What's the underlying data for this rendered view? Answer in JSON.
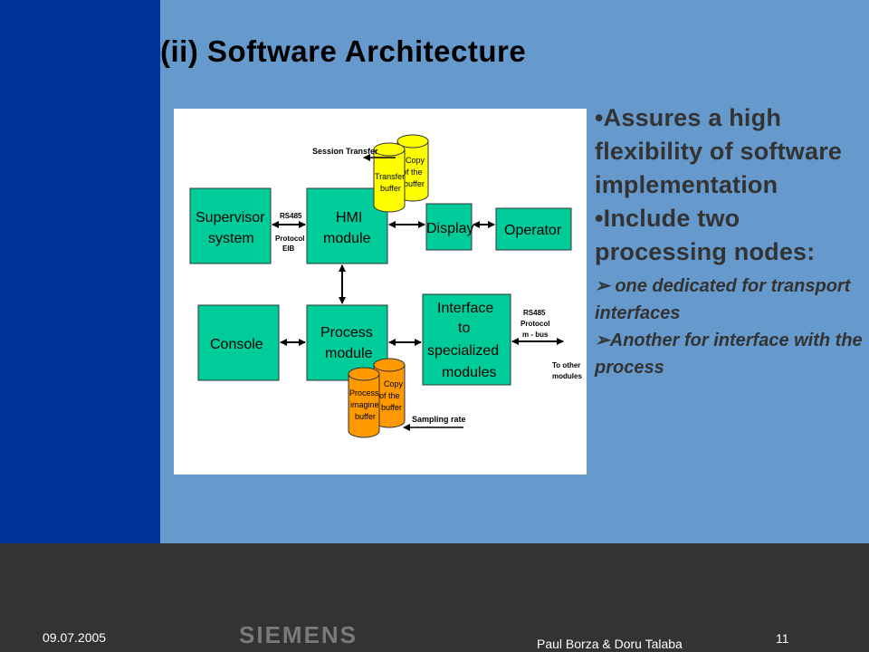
{
  "slide": {
    "title": "(ii) Software Architecture",
    "bullets": [
      {
        "marker": "•",
        "text": "Assures a high flexibility of software implementation"
      },
      {
        "marker": "•",
        "text": "Include two processing nodes:"
      }
    ],
    "subbullets": [
      {
        "marker": "➢",
        "text": " one dedicated for transport interfaces"
      },
      {
        "marker": "➢",
        "text": "Another for interface with the process"
      }
    ]
  },
  "diagram": {
    "supervisor": [
      "Supervisor",
      "system"
    ],
    "hmi": [
      "HMI",
      "module"
    ],
    "display": "Display",
    "operator": "Operator",
    "console": "Console",
    "process": [
      "Process",
      "module"
    ],
    "interface": [
      "Interface",
      "to",
      "specialized",
      "modules"
    ],
    "rs485_left": [
      "RS485",
      "Protocol",
      "EIB"
    ],
    "rs485_right": [
      "RS485",
      "Protocol",
      "m - bus"
    ],
    "session_transfer": "Session Transfer",
    "transfer_buffer": [
      "Transfer",
      "buffer"
    ],
    "copy_buffer_top": [
      "Copy",
      "of the",
      "buffer"
    ],
    "process_imagine_buffer": [
      "Process",
      "imagine",
      "buffer"
    ],
    "copy_buffer_bottom": [
      "Copy",
      "of the",
      "buffer"
    ],
    "sampling_rate": "Sampling rate",
    "to_other_modules": [
      "To other",
      "modules"
    ],
    "colors": {
      "box": "#00cc99",
      "yellow": "#ffff00",
      "orange": "#ff9900"
    }
  },
  "footer": {
    "date": "09.07.2005",
    "logo": "SIEMENS",
    "authors": "Paul Borza & Doru Talaba",
    "page": "11"
  }
}
